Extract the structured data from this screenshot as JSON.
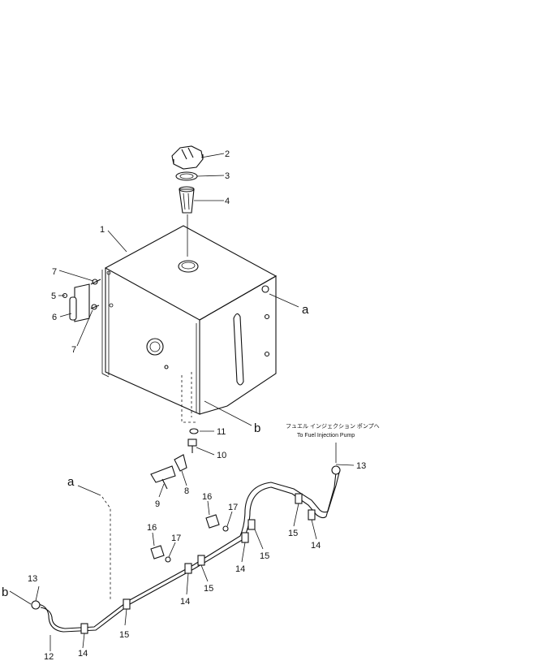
{
  "callouts": {
    "c1": "1",
    "c2": "2",
    "c3": "3",
    "c4": "4",
    "c5": "5",
    "c6": "6",
    "c7a": "7",
    "c7b": "7",
    "c8": "8",
    "c9": "9",
    "c10": "10",
    "c11": "11",
    "c12": "12",
    "c13a": "13",
    "c13b": "13",
    "c14a": "14",
    "c14b": "14",
    "c14c": "14",
    "c14d": "14",
    "c15a": "15",
    "c15b": "15",
    "c15c": "15",
    "c15d": "15",
    "c16a": "16",
    "c16b": "16",
    "c17a": "17",
    "c17b": "17"
  },
  "refs": {
    "a1": "a",
    "a2": "a",
    "b1": "b",
    "b2": "b"
  },
  "note": {
    "jp": "フュエル インジェクション ポンプへ",
    "en": "To Fuel Injection Pump"
  }
}
